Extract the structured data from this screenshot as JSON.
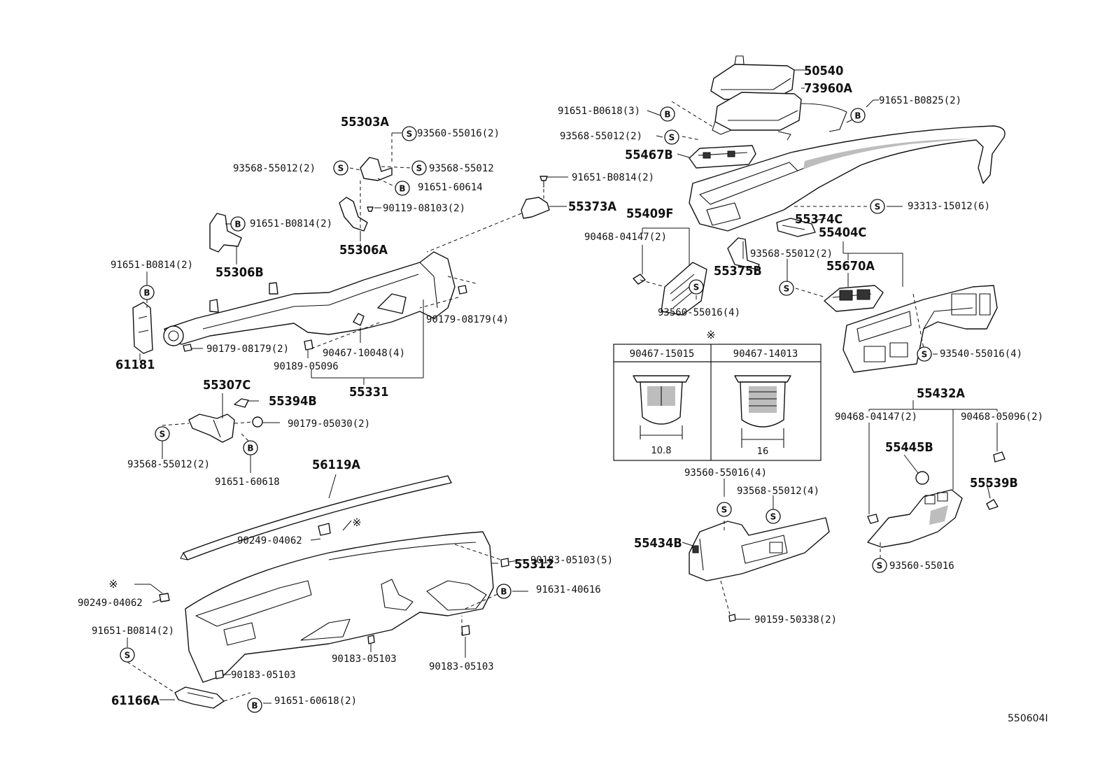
{
  "diagram": {
    "reference_code": "550604I",
    "note_symbol": "※",
    "markers": [
      {
        "id": "m_s_93560a",
        "letter": "S"
      },
      {
        "id": "m_s_93568a",
        "letter": "S"
      },
      {
        "id": "m_s_93568b",
        "letter": "S"
      },
      {
        "id": "m_b_91651a",
        "letter": "B"
      },
      {
        "id": "m_b_91651b",
        "letter": "B"
      },
      {
        "id": "m_b_91651c",
        "letter": "B"
      },
      {
        "id": "m_b_91651d",
        "letter": "B"
      },
      {
        "id": "m_s_93568c",
        "letter": "S"
      },
      {
        "id": "m_b_91651e",
        "letter": "B"
      },
      {
        "id": "m_s_93313",
        "letter": "S"
      },
      {
        "id": "m_s_93568d",
        "letter": "S"
      },
      {
        "id": "m_s_93560b",
        "letter": "S"
      },
      {
        "id": "m_s_93540",
        "letter": "S"
      },
      {
        "id": "m_b_91651f",
        "letter": "B"
      },
      {
        "id": "m_s_93568e",
        "letter": "S"
      },
      {
        "id": "m_b_60618",
        "letter": "B"
      },
      {
        "id": "m_s_93560c",
        "letter": "S"
      },
      {
        "id": "m_s_93568f",
        "letter": "S"
      },
      {
        "id": "m_b_91631",
        "letter": "B"
      },
      {
        "id": "m_s_91651g",
        "letter": "S"
      },
      {
        "id": "m_b_60618b",
        "letter": "B"
      },
      {
        "id": "m_s_93560d",
        "letter": "S"
      }
    ],
    "labels": [
      {
        "id": "l_50540",
        "text": "50540"
      },
      {
        "id": "l_73960A",
        "text": "73960A"
      },
      {
        "id": "l_91651_B0825",
        "text": "91651-B0825(2)"
      },
      {
        "id": "l_91651_B0618",
        "text": "91651-B0618(3)"
      },
      {
        "id": "l_93568_top",
        "text": "93568-55012(2)"
      },
      {
        "id": "l_55467B",
        "text": "55467B"
      },
      {
        "id": "l_55303A",
        "text": "55303A"
      },
      {
        "id": "l_93560_55016_2",
        "text": "93560-55016(2)"
      },
      {
        "id": "l_93568_55012_2L",
        "text": "93568-55012(2)"
      },
      {
        "id": "l_93568_55012",
        "text": "93568-55012"
      },
      {
        "id": "l_91651_60614",
        "text": "91651-60614"
      },
      {
        "id": "l_91651_B0814_top",
        "text": "91651-B0814(2)"
      },
      {
        "id": "l_90119",
        "text": "90119-08103(2)"
      },
      {
        "id": "l_55373A",
        "text": "55373A"
      },
      {
        "id": "l_91651_B0814_mid",
        "text": "91651-B0814(2)"
      },
      {
        "id": "l_55306A",
        "text": "55306A"
      },
      {
        "id": "l_55306B",
        "text": "55306B"
      },
      {
        "id": "l_91651_B0814_left",
        "text": "91651-B0814(2)"
      },
      {
        "id": "l_61181",
        "text": "61181"
      },
      {
        "id": "l_90179_2",
        "text": "90179-08179(2)"
      },
      {
        "id": "l_90179_4",
        "text": "90179-08179(4)"
      },
      {
        "id": "l_90467_10048",
        "text": "90467-10048(4)"
      },
      {
        "id": "l_90189",
        "text": "90189-05096"
      },
      {
        "id": "l_55331",
        "text": "55331"
      },
      {
        "id": "l_55409F",
        "text": "55409F"
      },
      {
        "id": "l_90468_04147_2a",
        "text": "90468-04147(2)"
      },
      {
        "id": "l_93560_55016_4a",
        "text": "93560-55016(4)"
      },
      {
        "id": "l_55374C",
        "text": "55374C"
      },
      {
        "id": "l_93313",
        "text": "93313-15012(6)"
      },
      {
        "id": "l_55375B",
        "text": "55375B"
      },
      {
        "id": "l_55404C",
        "text": "55404C"
      },
      {
        "id": "l_93568_55012_2R",
        "text": "93568-55012(2)"
      },
      {
        "id": "l_55670A",
        "text": "55670A"
      },
      {
        "id": "l_93540",
        "text": "93540-55016(4)"
      },
      {
        "id": "l_55307C",
        "text": "55307C"
      },
      {
        "id": "l_55394B",
        "text": "55394B"
      },
      {
        "id": "l_90179_05030",
        "text": "90179-05030(2)"
      },
      {
        "id": "l_93568_55012_2B",
        "text": "93568-55012(2)"
      },
      {
        "id": "l_91651_60618",
        "text": "91651-60618"
      },
      {
        "id": "l_56119A",
        "text": "56119A"
      },
      {
        "id": "l_90249_04062_a",
        "text": "90249-04062"
      },
      {
        "id": "l_90183_05103_5",
        "text": "90183-05103(5)"
      },
      {
        "id": "l_55312",
        "text": "55312"
      },
      {
        "id": "l_91631",
        "text": "91631-40616"
      },
      {
        "id": "l_90249_04062_b",
        "text": "90249-04062"
      },
      {
        "id": "l_91651_B0814_bot",
        "text": "91651-B0814(2)"
      },
      {
        "id": "l_90183_05103_a",
        "text": "90183-05103"
      },
      {
        "id": "l_90183_05103_b",
        "text": "90183-05103"
      },
      {
        "id": "l_90183_05103_c",
        "text": "90183-05103"
      },
      {
        "id": "l_61166A",
        "text": "61166A"
      },
      {
        "id": "l_91651_60618_2",
        "text": "91651-60618(2)"
      },
      {
        "id": "l_93560_55016_4b",
        "text": "93560-55016(4)"
      },
      {
        "id": "l_93568_55012_4",
        "text": "93568-55012(4)"
      },
      {
        "id": "l_55434B",
        "text": "55434B"
      },
      {
        "id": "l_90159",
        "text": "90159-50338(2)"
      },
      {
        "id": "l_55432A",
        "text": "55432A"
      },
      {
        "id": "l_90468_04147_2b",
        "text": "90468-04147(2)"
      },
      {
        "id": "l_90468_05096",
        "text": "90468-05096(2)"
      },
      {
        "id": "l_55445B",
        "text": "55445B"
      },
      {
        "id": "l_55539B",
        "text": "55539B"
      },
      {
        "id": "l_93560_55016",
        "text": "93560-55016"
      }
    ],
    "clip_table": {
      "columns": [
        {
          "part_no": "90467-15015",
          "dimension": "10.8"
        },
        {
          "part_no": "90467-14013",
          "dimension": "16"
        }
      ]
    }
  }
}
